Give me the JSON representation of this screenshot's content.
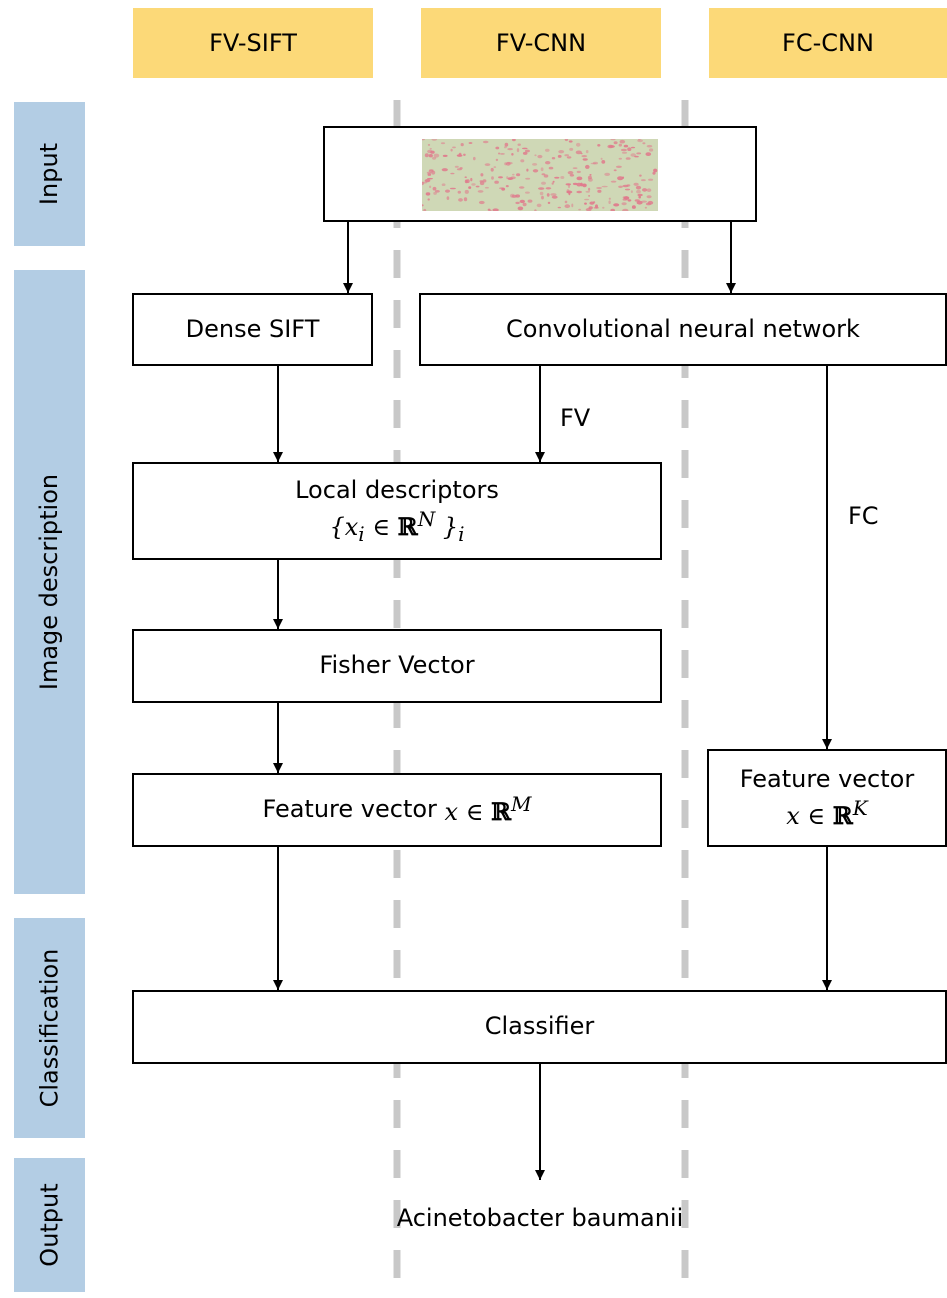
{
  "columns": {
    "fv_sift": "FV-SIFT",
    "fv_cnn": "FV-CNN",
    "fc_cnn": "FC-CNN"
  },
  "lanes": {
    "input": "Input",
    "image_description": "Image description",
    "classification": "Classification",
    "output": "Output"
  },
  "nodes": {
    "dense_sift": "Dense SIFT",
    "cnn": "Convolutional neural network",
    "local_descriptors": "Local descriptors",
    "fisher_vector": "Fisher Vector",
    "feature_vector_m_label": "Feature vector",
    "feature_vector_k_label": "Feature vector",
    "classifier": "Classifier"
  },
  "edge_labels": {
    "fv": "FV",
    "fc": "FC"
  },
  "output_text": "Acinetobacter baumanii",
  "input_image_description": "",
  "colors": {
    "column_header_bg": "#fcd978",
    "lane_bg": "#b3cde4",
    "separator": "#c8c8c8",
    "thumb_bg": "#cfd8b6",
    "thumb_spots": "#e07a8c"
  }
}
